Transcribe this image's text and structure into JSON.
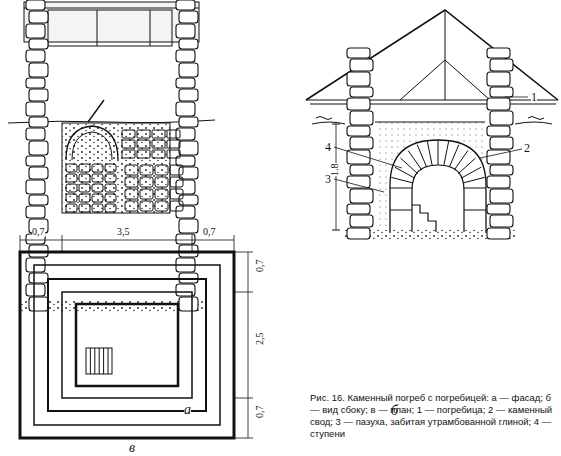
{
  "diagram": {
    "caption": "Рис. 16. Каменный погреб с погребицей: а — фасад; б — вид сбоку; в — план; 1 — погребица; 2 — каменный свод; 3 — пазуха, забитая утрамбованной глиной; 4 — ступени",
    "labels": [
      "а",
      "б",
      "в",
      "1",
      "2",
      "3",
      "4",
      "1.8",
      "0,7",
      "3,5",
      "0,7",
      "0,7",
      "2,5",
      "0,7"
    ]
  }
}
